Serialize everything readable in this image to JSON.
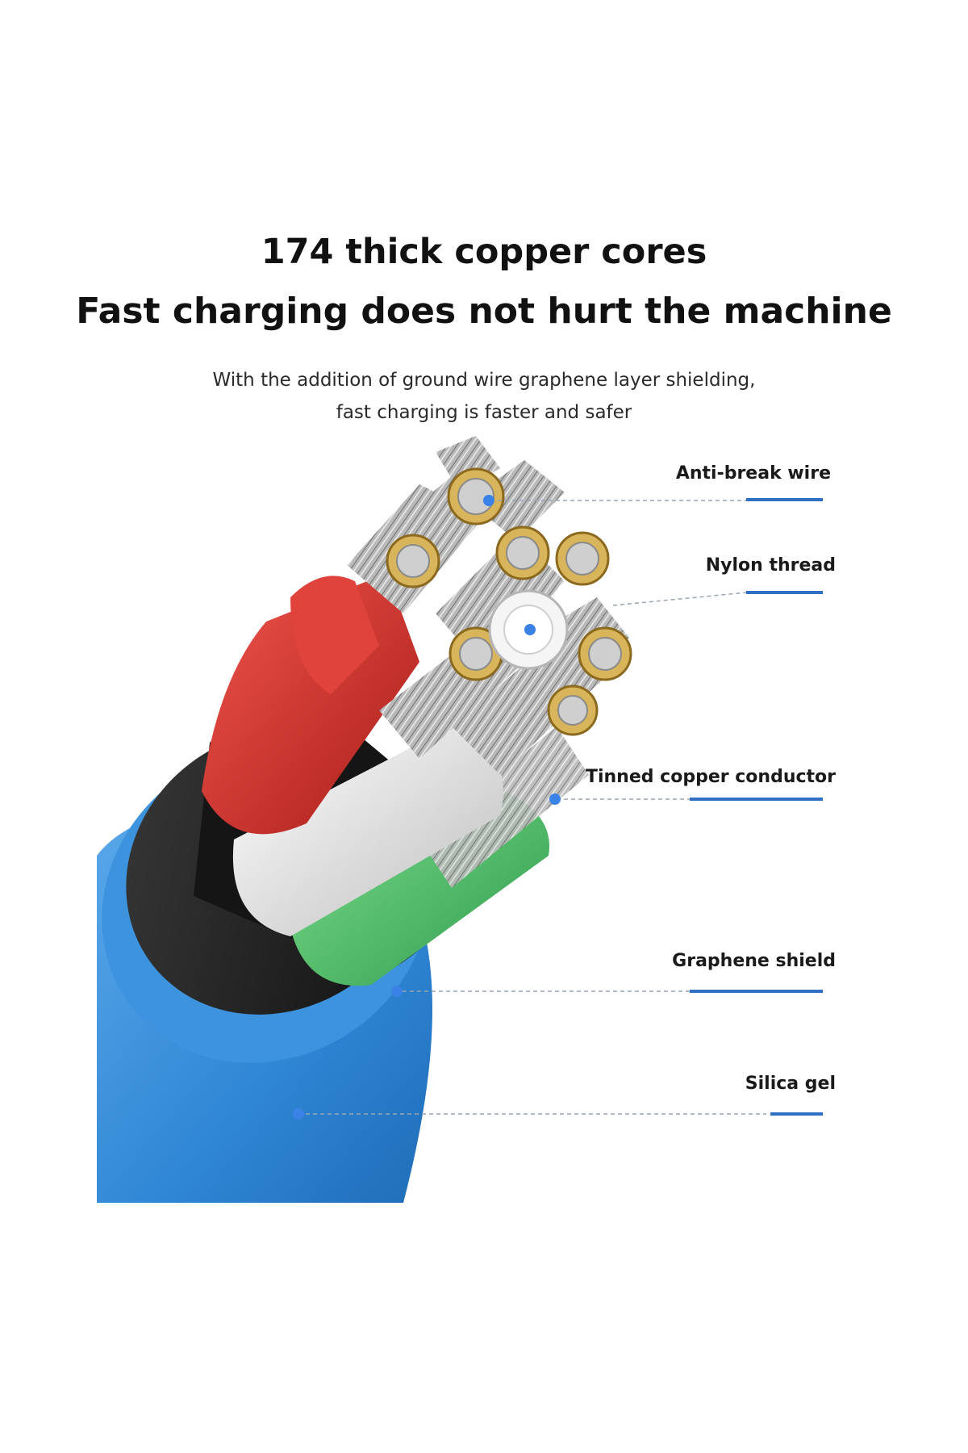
{
  "header": {
    "title_line_1": "174 thick copper cores",
    "title_line_2": "Fast charging does not hurt the machine",
    "subtitle_line_1": "With the addition of ground wire graphene layer shielding,",
    "subtitle_line_2": "fast charging is faster and safer"
  },
  "callouts": [
    {
      "label": "Anti-break wire"
    },
    {
      "label": "Nylon thread"
    },
    {
      "label": "Tinned copper conductor"
    },
    {
      "label": "Graphene shield"
    },
    {
      "label": "Silica gel"
    }
  ],
  "colors": {
    "jacket_blue": "#3a8fd8",
    "shield_black": "#1c1c1c",
    "core_red": "#d9302a",
    "core_white": "#e8e8e8",
    "core_green": "#4cc46a",
    "copper_gold": "#c9a24a",
    "callout_accent": "#2f6fc4"
  }
}
